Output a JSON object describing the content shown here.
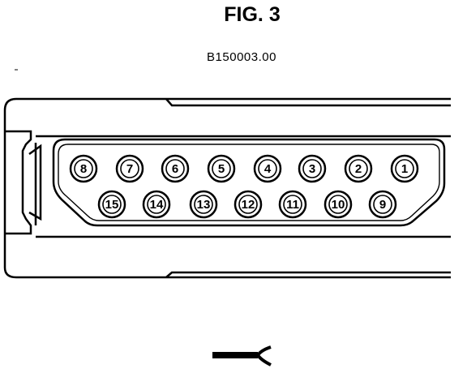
{
  "figure": {
    "title": "FIG. 3",
    "code": "B150003.00"
  },
  "connector": {
    "top_row_pins": [
      "8",
      "7",
      "6",
      "5",
      "4",
      "3",
      "2",
      "1"
    ],
    "bottom_row_pins": [
      "15",
      "14",
      "13",
      "12",
      "11",
      "10",
      "9"
    ]
  },
  "colors": {
    "line": "#000000",
    "background": "#ffffff"
  }
}
